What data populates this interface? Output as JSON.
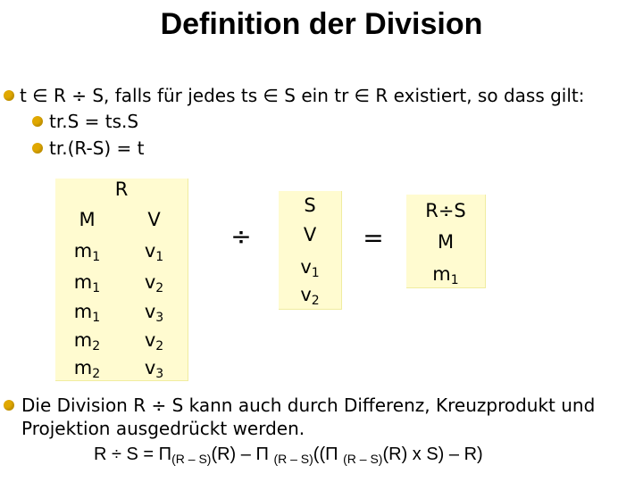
{
  "title": "Definition der Division",
  "definition": {
    "text": "t ∈ R ÷ S, falls für jedes ts ∈ S ein tr ∈ R existiert, so dass gilt:",
    "conditions": [
      "tr.S = ts.S",
      "tr.(R-S) = t"
    ]
  },
  "relation_r": {
    "name": "R",
    "headers": [
      "M",
      "V"
    ],
    "rows": [
      [
        {
          "b": "m",
          "s": "1"
        },
        {
          "b": "v",
          "s": "1"
        }
      ],
      [
        {
          "b": "m",
          "s": "1"
        },
        {
          "b": "v",
          "s": "2"
        }
      ],
      [
        {
          "b": "m",
          "s": "1"
        },
        {
          "b": "v",
          "s": "3"
        }
      ],
      [
        {
          "b": "m",
          "s": "2"
        },
        {
          "b": "v",
          "s": "2"
        }
      ],
      [
        {
          "b": "m",
          "s": "2"
        },
        {
          "b": "v",
          "s": "3"
        }
      ]
    ]
  },
  "division_symbol": "÷",
  "relation_s": {
    "name": "S",
    "header": "V",
    "rows": [
      {
        "b": "v",
        "s": "1"
      },
      {
        "b": "v",
        "s": "2"
      }
    ]
  },
  "equals_symbol": "=",
  "result": {
    "name": "R÷S",
    "header": "M",
    "rows": [
      {
        "b": "m",
        "s": "1"
      }
    ]
  },
  "note": {
    "line1": "Die Division R ÷ S kann auch durch Differenz, Kreuzprodukt und",
    "line2": "Projektion ausgedrückt werden."
  },
  "formula": {
    "p1": "R ÷ S = Π",
    "s1": "(R – S)",
    "p2": "(R) – Π ",
    "s2": "(R – S)",
    "p3": "((Π ",
    "s3": "(R – S)",
    "p4": "(R) x S) – R)"
  }
}
